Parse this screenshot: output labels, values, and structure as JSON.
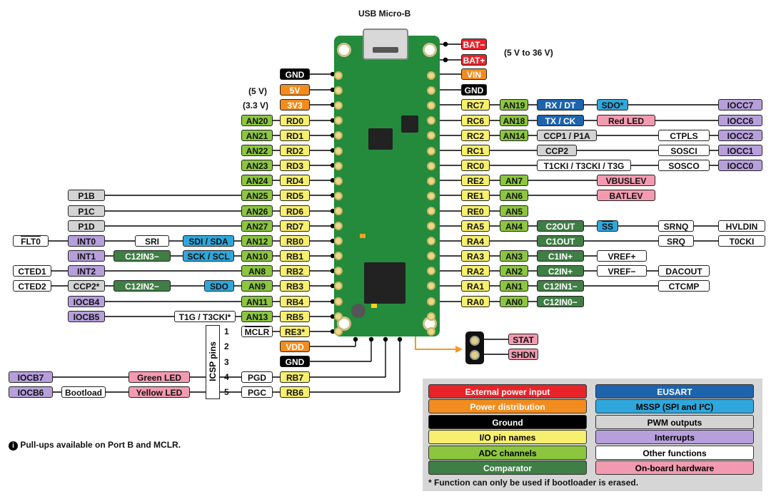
{
  "header": {
    "usb": "USB Micro-B",
    "battery_range": "(5 V to 36 V)",
    "v5_note": "(5 V)",
    "v33_note": "(3.3 V)"
  },
  "left_pins": [
    {
      "groups": [
        [
          "GND",
          "gnd"
        ]
      ]
    },
    {
      "groups": [
        [
          "5V",
          "pwr"
        ]
      ]
    },
    {
      "groups": [
        [
          "3V3",
          "pwr"
        ]
      ]
    },
    {
      "groups": [
        [
          "AN20",
          "adc"
        ],
        [
          "RD0",
          "io"
        ]
      ]
    },
    {
      "groups": [
        [
          "AN21",
          "adc"
        ],
        [
          "RD1",
          "io"
        ]
      ]
    },
    {
      "groups": [
        [
          "AN22",
          "adc"
        ],
        [
          "RD2",
          "io"
        ]
      ]
    },
    {
      "groups": [
        [
          "AN23",
          "adc"
        ],
        [
          "RD3",
          "io"
        ]
      ]
    },
    {
      "groups": [
        [
          "AN24",
          "adc"
        ],
        [
          "RD4",
          "io"
        ]
      ]
    },
    {
      "groups": [
        [
          "P1B",
          "pwm"
        ],
        [
          "AN25",
          "adc"
        ],
        [
          "RD5",
          "io"
        ]
      ]
    },
    {
      "groups": [
        [
          "P1C",
          "pwm"
        ],
        [
          "AN26",
          "adc"
        ],
        [
          "RD6",
          "io"
        ]
      ]
    },
    {
      "groups": [
        [
          "P1D",
          "pwm"
        ],
        [
          "AN27",
          "adc"
        ],
        [
          "RD7",
          "io"
        ]
      ]
    },
    {
      "groups": [
        [
          "FLT0",
          "oth"
        ],
        [
          "INT0",
          "int"
        ],
        [
          "SRI",
          "oth"
        ],
        [
          "SDI / SDA",
          "mssp"
        ],
        [
          "AN12",
          "adc"
        ],
        [
          "RB0",
          "io"
        ]
      ]
    },
    {
      "groups": [
        [
          "INT1",
          "int"
        ],
        [
          "C12IN3−",
          "cmp"
        ],
        [
          "SCK / SCL",
          "mssp"
        ],
        [
          "AN10",
          "adc"
        ],
        [
          "RB1",
          "io"
        ]
      ]
    },
    {
      "groups": [
        [
          "CTED1",
          "oth"
        ],
        [
          "INT2",
          "int"
        ],
        [
          "AN8",
          "adc"
        ],
        [
          "RB2",
          "io"
        ]
      ]
    },
    {
      "groups": [
        [
          "CTED2",
          "oth"
        ],
        [
          "CCP2*",
          "pwm"
        ],
        [
          "C12IN2−",
          "cmp"
        ],
        [
          "SDO",
          "mssp"
        ],
        [
          "AN9",
          "adc"
        ],
        [
          "RB3",
          "io"
        ]
      ]
    },
    {
      "groups": [
        [
          "IOCB4",
          "int"
        ],
        [
          "AN11",
          "adc"
        ],
        [
          "RB4",
          "io"
        ]
      ]
    },
    {
      "groups": [
        [
          "IOCB5",
          "int"
        ],
        [
          "T1G / T3CKI*",
          "oth"
        ],
        [
          "AN13",
          "adc"
        ],
        [
          "RB5",
          "io"
        ]
      ]
    },
    {
      "groups": [
        [
          "MCLR",
          "oth"
        ],
        [
          "RE3*",
          "io"
        ]
      ]
    },
    {
      "groups": [
        [
          "VDD",
          "pwr"
        ]
      ]
    },
    {
      "groups": [
        [
          "GND",
          "gnd"
        ]
      ]
    },
    {
      "groups": [
        [
          "IOCB7",
          "int"
        ],
        [
          "Green LED",
          "hw"
        ],
        [
          "PGD",
          "oth"
        ],
        [
          "RB7",
          "io"
        ]
      ]
    },
    {
      "groups": [
        [
          "IOCB6",
          "int"
        ],
        [
          "Bootload",
          "oth"
        ],
        [
          "Yellow LED",
          "hw"
        ],
        [
          "PGC",
          "oth"
        ],
        [
          "RB6",
          "io"
        ]
      ]
    }
  ],
  "right_pins": [
    {
      "groups": [
        [
          "BAT−",
          "ext"
        ]
      ]
    },
    {
      "groups": [
        [
          "BAT+",
          "ext"
        ]
      ]
    },
    {
      "groups": [
        [
          "VIN",
          "pwr"
        ]
      ]
    },
    {
      "groups": [
        [
          "GND",
          "gnd"
        ]
      ]
    },
    {
      "groups": [
        [
          "RC7",
          "io"
        ],
        [
          "AN19",
          "adc"
        ],
        [
          "RX / DT",
          "eus"
        ],
        [
          "SDO*",
          "mssp"
        ],
        [
          "IOCC7",
          "int"
        ]
      ]
    },
    {
      "groups": [
        [
          "RC6",
          "io"
        ],
        [
          "AN18",
          "adc"
        ],
        [
          "TX / CK",
          "eus"
        ],
        [
          "Red LED",
          "hw"
        ],
        [
          "IOCC6",
          "int"
        ]
      ]
    },
    {
      "groups": [
        [
          "RC2",
          "io"
        ],
        [
          "AN14",
          "adc"
        ],
        [
          "CCP1 / P1A",
          "pwm"
        ],
        [
          "CTPLS",
          "oth"
        ],
        [
          "IOCC2",
          "int"
        ]
      ]
    },
    {
      "groups": [
        [
          "RC1",
          "io"
        ],
        [
          "CCP2",
          "pwm"
        ],
        [
          "SOSCI",
          "oth"
        ],
        [
          "IOCC1",
          "int"
        ]
      ]
    },
    {
      "groups": [
        [
          "RC0",
          "io"
        ],
        [
          "T1CKI / T3CKI / T3G",
          "oth"
        ],
        [
          "SOSCO",
          "oth"
        ],
        [
          "IOCC0",
          "int"
        ]
      ]
    },
    {
      "groups": [
        [
          "RE2",
          "io"
        ],
        [
          "AN7",
          "adc"
        ],
        [
          "VBUSLEV",
          "hw"
        ]
      ]
    },
    {
      "groups": [
        [
          "RE1",
          "io"
        ],
        [
          "AN6",
          "adc"
        ],
        [
          "BATLEV",
          "hw"
        ]
      ]
    },
    {
      "groups": [
        [
          "RE0",
          "io"
        ],
        [
          "AN5",
          "adc"
        ]
      ]
    },
    {
      "groups": [
        [
          "RA5",
          "io"
        ],
        [
          "AN4",
          "adc"
        ],
        [
          "C2OUT",
          "cmp"
        ],
        [
          "SS",
          "mssp"
        ],
        [
          "SRNQ",
          "oth"
        ],
        [
          "HVLDIN",
          "oth"
        ]
      ]
    },
    {
      "groups": [
        [
          "RA4",
          "io"
        ],
        [
          "C1OUT",
          "cmp"
        ],
        [
          "SRQ",
          "oth"
        ],
        [
          "T0CKI",
          "oth"
        ]
      ]
    },
    {
      "groups": [
        [
          "RA3",
          "io"
        ],
        [
          "AN3",
          "adc"
        ],
        [
          "C1IN+",
          "cmp"
        ],
        [
          "VREF+",
          "oth"
        ]
      ]
    },
    {
      "groups": [
        [
          "RA2",
          "io"
        ],
        [
          "AN2",
          "adc"
        ],
        [
          "C2IN+",
          "cmp"
        ],
        [
          "VREF−",
          "oth"
        ],
        [
          "DACOUT",
          "oth"
        ]
      ]
    },
    {
      "groups": [
        [
          "RA1",
          "io"
        ],
        [
          "AN1",
          "adc"
        ],
        [
          "C12IN1−",
          "cmp"
        ],
        [
          "CTCMP",
          "oth"
        ]
      ]
    },
    {
      "groups": [
        [
          "RA0",
          "io"
        ],
        [
          "AN0",
          "adc"
        ],
        [
          "C12IN0−",
          "cmp"
        ]
      ]
    }
  ],
  "connector": {
    "pins": [
      [
        "STAT",
        "hw"
      ],
      [
        "SHDN",
        "hw"
      ]
    ]
  },
  "icsp": {
    "title": "ICSP pins",
    "numbers": [
      "1",
      "2",
      "3",
      "4",
      "5"
    ]
  },
  "legend": {
    "items": [
      [
        "External power input",
        "ext"
      ],
      [
        "EUSART",
        "eus"
      ],
      [
        "Power distribution",
        "pwr"
      ],
      [
        "MSSP (SPI and I²C)",
        "mssp"
      ],
      [
        "Ground",
        "gnd"
      ],
      [
        "PWM outputs",
        "pwm"
      ],
      [
        "I/O pin names",
        "io"
      ],
      [
        "Interrupts",
        "int"
      ],
      [
        "ADC channels",
        "adc"
      ],
      [
        "Other functions",
        "oth"
      ],
      [
        "Comparator",
        "cmp"
      ],
      [
        "On-board hardware",
        "hw"
      ]
    ],
    "footnote": "* Function can only be used if bootloader is erased."
  },
  "note": {
    "icon": "info-icon",
    "text": "Pull-ups available on Port B and MCLR."
  },
  "colors": {
    "io": "#f7ef6e",
    "adc": "#8cc63f",
    "comparator": "#3f7e44",
    "interrupts": "#b79fdc",
    "other": "#ffffff",
    "pwm": "#d3d3d3",
    "mssp": "#2ea8dc",
    "eusart": "#1e64ad",
    "external_power": "#e8232a",
    "power": "#f28c1e",
    "ground": "#000000",
    "hardware": "#f29bb0",
    "board": "#238b3b"
  }
}
